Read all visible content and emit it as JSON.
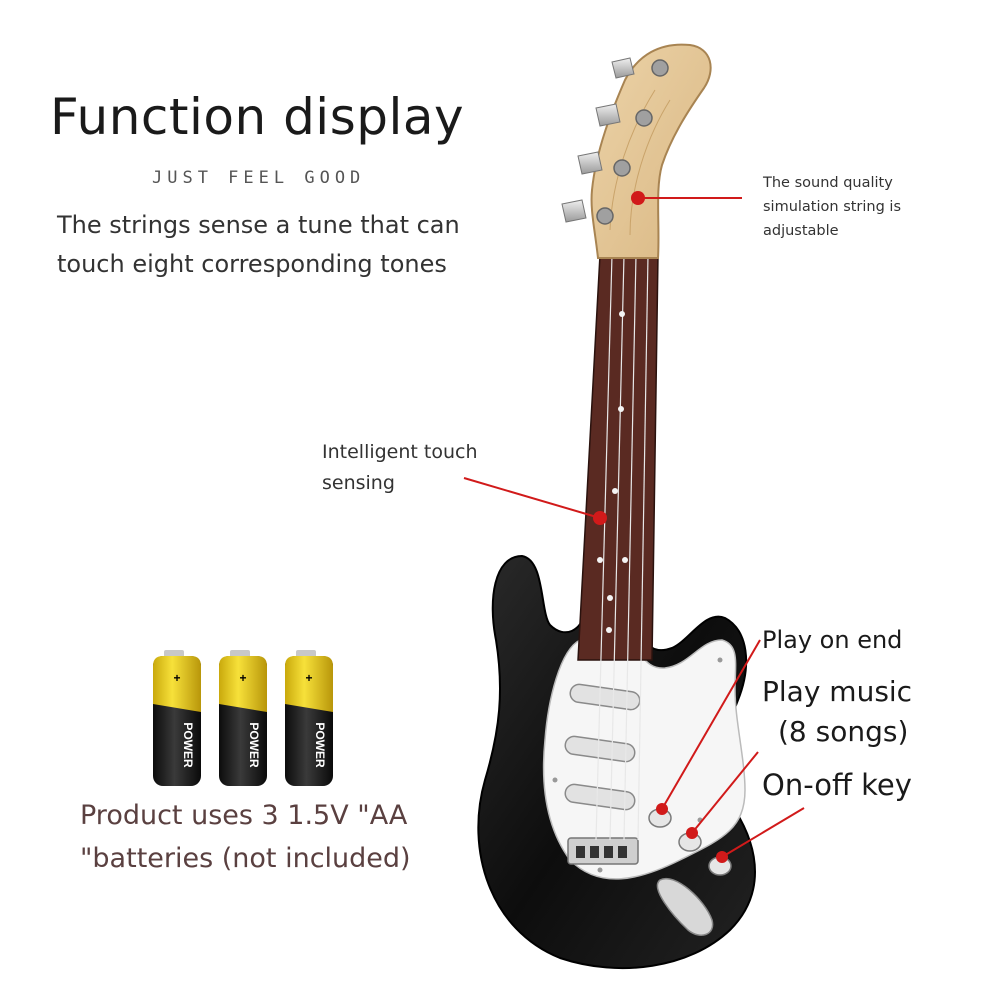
{
  "heading": {
    "title": "Function display",
    "subtitle": "JUST FEEL GOOD",
    "description": "The strings sense a tune that can touch eight corresponding tones"
  },
  "callouts": {
    "sound_quality": "The sound quality simulation string is adjustable",
    "touch": "Intelligent touch sensing",
    "play_on_end": "Play on end",
    "play_music_line1": "Play music",
    "play_music_line2": "(8 songs)",
    "on_off": "On-off key"
  },
  "batteries": {
    "label": "POWER",
    "count": 3,
    "note": "Product uses 3 1.5V \"AA \"batteries (not included)"
  },
  "colors": {
    "callout_red": "#d11a1a",
    "fretboard": "#5a2a22",
    "headstock": "#e4c79a",
    "body": "#111111",
    "battery_yellow": "#f2d21b"
  }
}
